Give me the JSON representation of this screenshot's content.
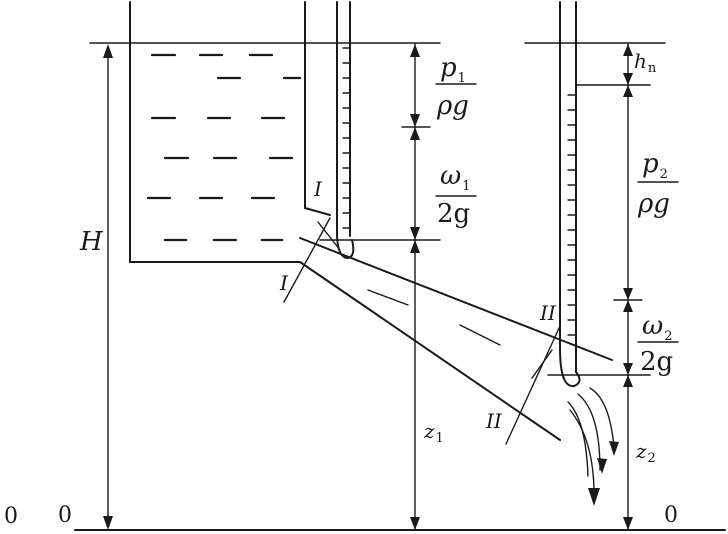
{
  "labels": {
    "H": "H",
    "p1": "p",
    "p1_sub": "1",
    "rho_g_1": "ρg",
    "omega1": "ω",
    "omega1_sub": "1",
    "two_g_1": "2g",
    "hn": "h",
    "hn_sub": "n",
    "p2": "p",
    "p2_sub": "2",
    "rho_g_2": "ρg",
    "omega2": "ω",
    "omega2_sub": "2",
    "two_g_2": "2g",
    "z1": "z",
    "z1_sub": "1",
    "z2": "z",
    "z2_sub": "2",
    "section_I_top": "I",
    "section_I_bottom": "I",
    "section_II_top": "II",
    "section_II_bottom": "II",
    "datum_left_outer": "0",
    "datum_left_inner": "0",
    "datum_right": "0"
  }
}
